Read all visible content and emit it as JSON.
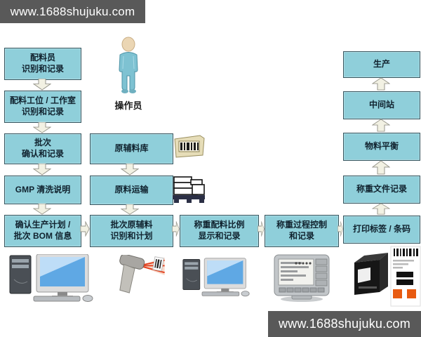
{
  "banners": {
    "top_left": "www.1688shujuku.com",
    "bottom_right": "www.1688shujuku.com"
  },
  "actor": {
    "label": "操作员",
    "icon": "person-icon"
  },
  "flow": {
    "left_column": [
      {
        "lines": [
          "配料员",
          "识别和记录"
        ]
      },
      {
        "lines": [
          "配料工位 / 工作室",
          "识别和记录"
        ]
      },
      {
        "lines": [
          "批次",
          "确认和记录"
        ]
      },
      {
        "lines": [
          "GMP 清洗说明"
        ]
      },
      {
        "lines": [
          "确认生产计划 /",
          "批次 BOM 信息"
        ]
      }
    ],
    "middle_column": [
      {
        "lines": [
          "原辅料库"
        ],
        "icon": "barcode-label-icon"
      },
      {
        "lines": [
          "原料运输"
        ],
        "icon": "pallet-goods-icon"
      },
      {
        "lines": [
          "批次原辅料",
          "识别和计划"
        ]
      }
    ],
    "process_row": [
      {
        "lines": [
          "称重配料比例",
          "显示和记录"
        ]
      },
      {
        "lines": [
          "称重过程控制",
          "和记录"
        ]
      }
    ],
    "right_column": [
      {
        "lines": [
          "生产"
        ]
      },
      {
        "lines": [
          "中间站"
        ]
      },
      {
        "lines": [
          "物料平衡"
        ]
      },
      {
        "lines": [
          "称重文件记录"
        ]
      },
      {
        "lines": [
          "打印标签 / 条码"
        ]
      }
    ]
  },
  "equipment": [
    {
      "icon": "desktop-computer-icon"
    },
    {
      "icon": "barcode-scanner-icon"
    },
    {
      "icon": "desktop-computer-icon"
    },
    {
      "icon": "weighing-terminal-icon"
    },
    {
      "icon": "label-printer-icon"
    }
  ],
  "colors": {
    "box_fill": "#8FCFDA",
    "box_border": "#37555E",
    "box_text": "#10222E",
    "arrow_fill": "#F2F1E3",
    "arrow_border": "#97968C",
    "banner_bg": "#595959",
    "banner_text": "#FFFFFF",
    "laser_red": "#E2401E",
    "label_orange": "#E85A10"
  }
}
